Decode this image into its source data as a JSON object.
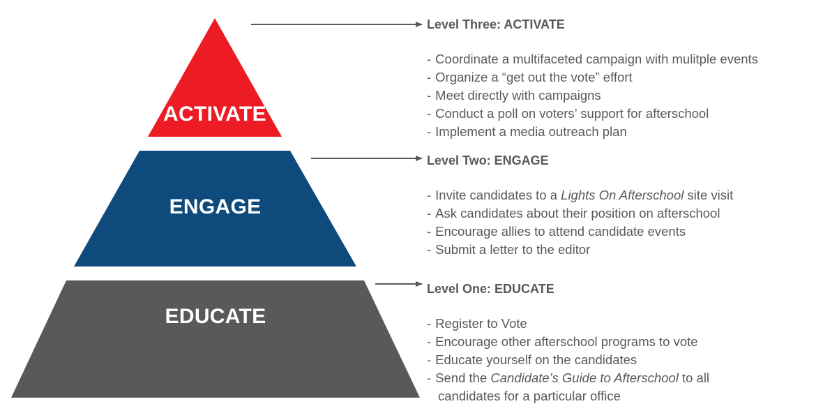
{
  "tiers": [
    {
      "label": "ACTIVATE",
      "color": "#ed1c24",
      "level_title": "Level Three: ACTIVATE",
      "items": [
        [
          {
            "text": "Coordinate a multifaceted campaign with mulitple events"
          }
        ],
        [
          {
            "text": "Organize a “get out the vote” effort"
          }
        ],
        [
          {
            "text": "Meet directly with campaigns"
          }
        ],
        [
          {
            "text": "Conduct a poll on voters’ support for afterschool"
          }
        ],
        [
          {
            "text": "Implement a media outreach plan"
          }
        ]
      ]
    },
    {
      "label": "ENGAGE",
      "color": "#0e4a7c",
      "level_title": "Level Two: ENGAGE",
      "items": [
        [
          {
            "text": "Invite candidates to a "
          },
          {
            "text": "Lights On Afterschool",
            "italic": true
          },
          {
            "text": " site visit"
          }
        ],
        [
          {
            "text": "Ask candidates about their position on afterschool"
          }
        ],
        [
          {
            "text": "Encourage allies to attend candidate events"
          }
        ],
        [
          {
            "text": "Submit a letter to the editor"
          }
        ]
      ]
    },
    {
      "label": "EDUCATE",
      "color": "#58595b",
      "level_title": "Level One: EDUCATE",
      "items": [
        [
          {
            "text": "Register to Vote"
          }
        ],
        [
          {
            "text": "Encourage other afterschool programs to vote"
          }
        ],
        [
          {
            "text": "Educate yourself on the candidates"
          }
        ],
        [
          {
            "text": "Send the "
          },
          {
            "text": "Candidate’s Guide to Afterschool",
            "italic": true
          },
          {
            "text": " to all"
          },
          {
            "text": "candidates for a particular office",
            "newline": true
          }
        ]
      ]
    }
  ],
  "arrow_color": "#58595b",
  "dash": "-"
}
